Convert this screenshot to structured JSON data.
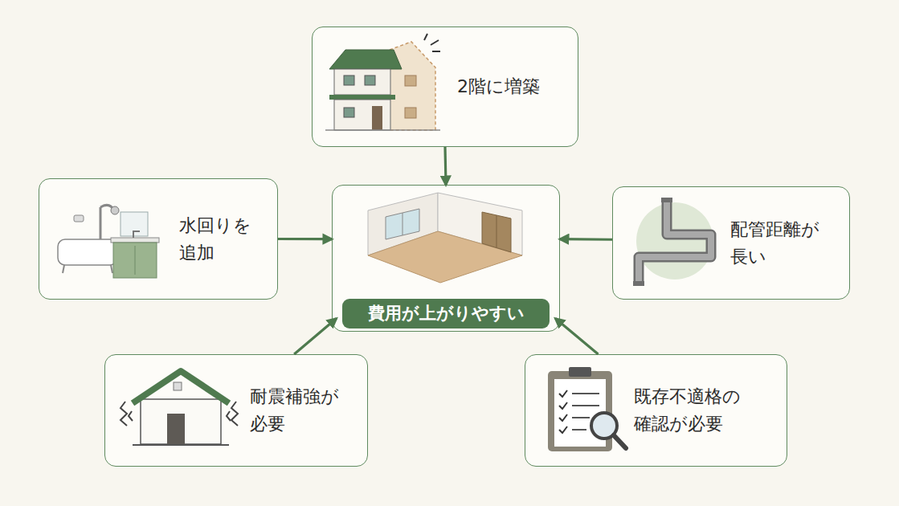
{
  "diagram": {
    "nodes": [
      {
        "text": [
          "2階に増築"
        ]
      },
      {
        "text": [
          "水回りを 追加"
        ]
      },
      {
        "text": [
          "費用が上がりやすい"
        ]
      },
      {
        "text": [
          "配管距離が 長い"
        ]
      },
      {
        "text": [
          "耐震補強が 必要"
        ]
      },
      {
        "text": [
          "既存不適格の 確認が必要"
        ]
      }
    ],
    "edges": [
      {
        "from": 0,
        "to": 2,
        "arrow": "to"
      },
      {
        "from": 1,
        "to": 2,
        "arrow": "to"
      },
      {
        "from": 3,
        "to": 2,
        "arrow": "to"
      },
      {
        "from": 4,
        "to": 2,
        "arrow": "to"
      },
      {
        "from": 5,
        "to": 2,
        "arrow": "to"
      }
    ]
  }
}
